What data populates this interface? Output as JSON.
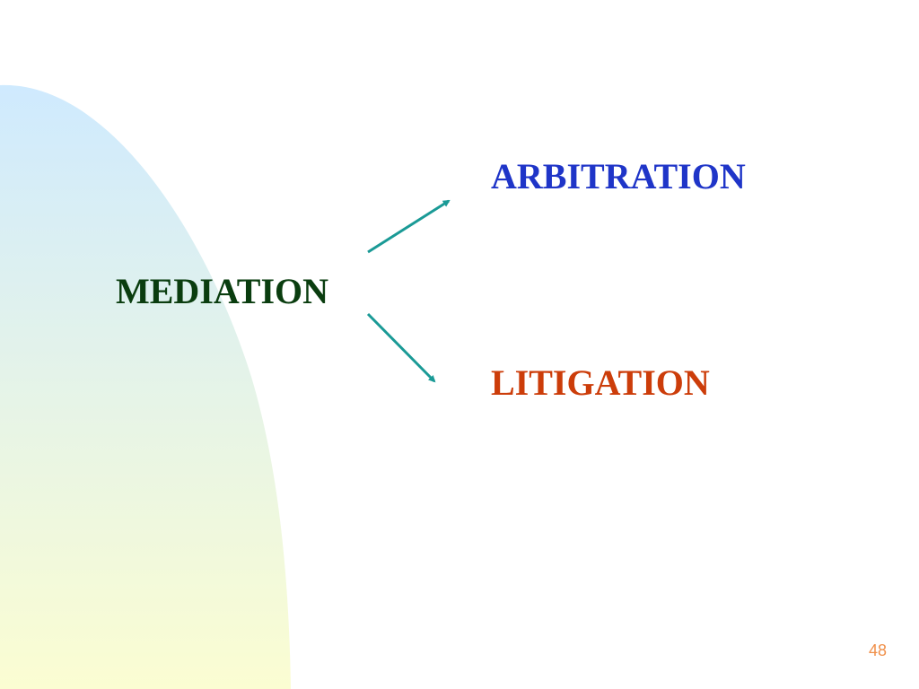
{
  "slide": {
    "nodes": {
      "mediation": "MEDIATION",
      "arbitration": "ARBITRATION",
      "litigation": "LITIGATION"
    },
    "page_number": "48"
  },
  "colors": {
    "mediation": "#0a3d0f",
    "arbitration": "#1f35c8",
    "litigation": "#cc3d0a",
    "arrow": "#1a9a96",
    "page_number": "#f0904a",
    "background_gradient_top": "#cfeafe",
    "background_gradient_bottom": "#fbfdd2"
  },
  "diagram_edges": [
    {
      "from": "mediation",
      "to": "arbitration"
    },
    {
      "from": "mediation",
      "to": "litigation"
    }
  ]
}
